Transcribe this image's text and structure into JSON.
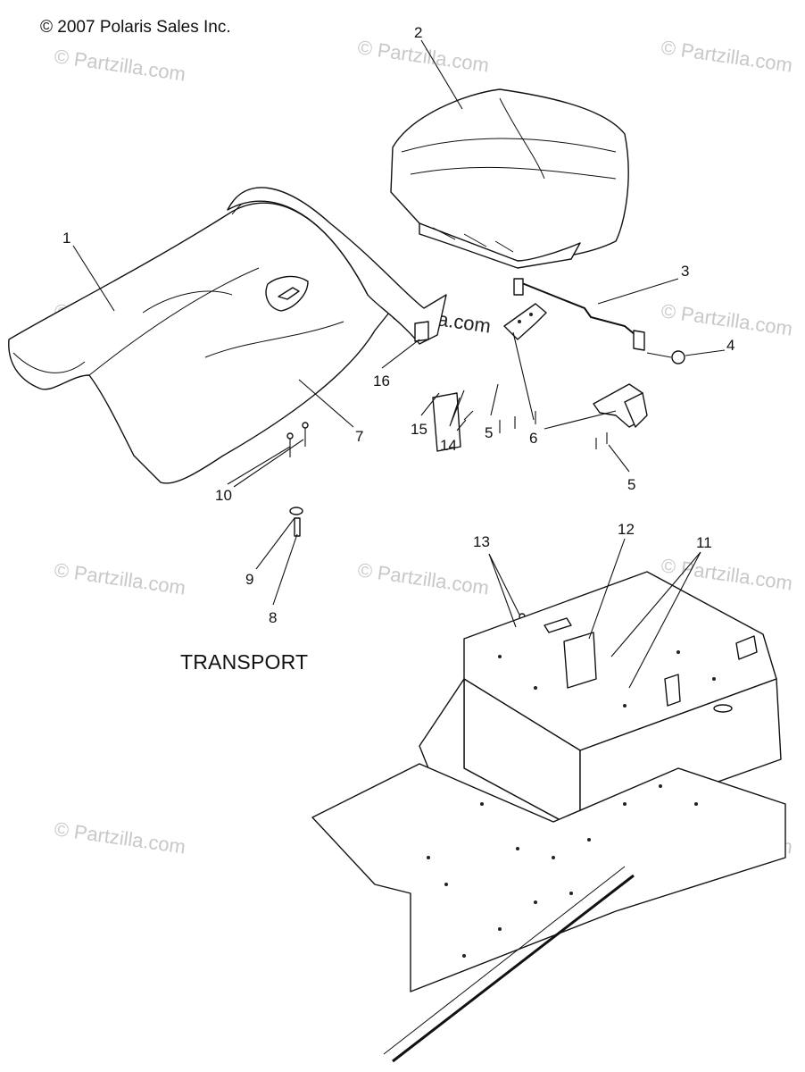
{
  "header": {
    "copyright": "© 2007 Polaris Sales Inc."
  },
  "section_label": "TRANSPORT",
  "watermark": {
    "text": "© Partzilla.com",
    "overlay_text": "© Partzilla.com"
  },
  "callouts": [
    {
      "id": "1",
      "label": "1"
    },
    {
      "id": "2",
      "label": "2"
    },
    {
      "id": "3",
      "label": "3"
    },
    {
      "id": "4",
      "label": "4"
    },
    {
      "id": "5a",
      "label": "5"
    },
    {
      "id": "5b",
      "label": "5"
    },
    {
      "id": "6",
      "label": "6"
    },
    {
      "id": "7",
      "label": "7"
    },
    {
      "id": "8",
      "label": "8"
    },
    {
      "id": "9",
      "label": "9"
    },
    {
      "id": "10",
      "label": "10"
    },
    {
      "id": "11",
      "label": "11"
    },
    {
      "id": "12",
      "label": "12"
    },
    {
      "id": "13",
      "label": "13"
    },
    {
      "id": "14",
      "label": "14"
    },
    {
      "id": "15",
      "label": "15"
    },
    {
      "id": "16",
      "label": "16"
    }
  ]
}
